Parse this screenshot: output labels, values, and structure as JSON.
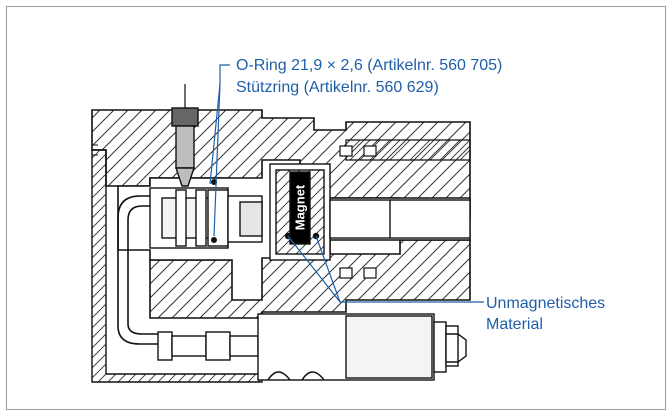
{
  "callouts": {
    "oring": "O-Ring 21,9 × 2,6 (Artikelnr. 560 705)",
    "stuetzring": "Stützring (Artikelnr. 560 629)",
    "unmag_line1": "Unmagnetisches",
    "unmag_line2": "Material"
  },
  "labels": {
    "magnet": "Magnet"
  },
  "colors": {
    "callout": "#1f5fa8",
    "hatch": "#222222",
    "frame": "#9a9a9a"
  }
}
